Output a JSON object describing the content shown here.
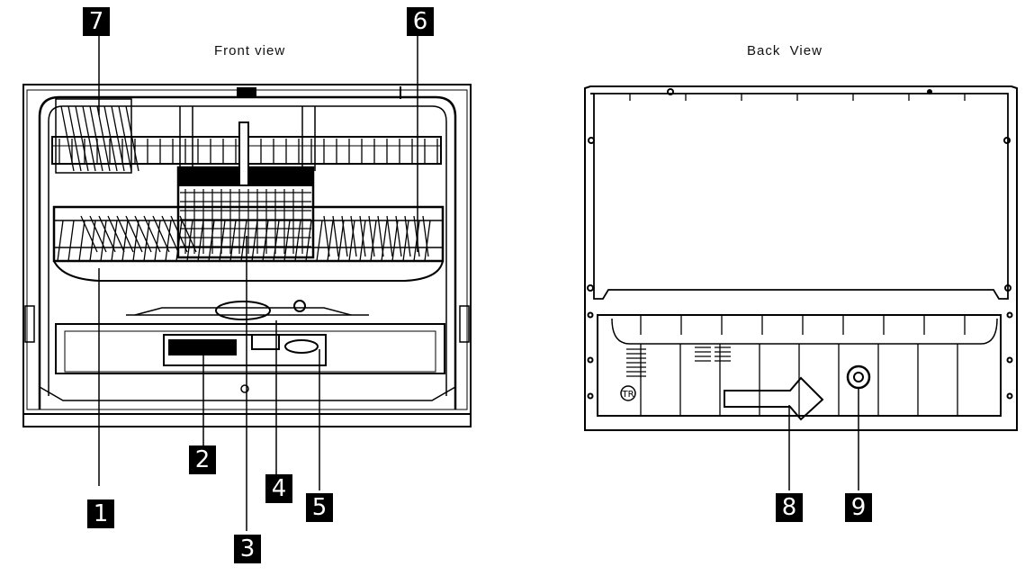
{
  "front_view": {
    "title": "Front view"
  },
  "back_view": {
    "title": "Back  View"
  },
  "callouts": [
    {
      "id": "1",
      "label": "1"
    },
    {
      "id": "2",
      "label": "2"
    },
    {
      "id": "3",
      "label": "3"
    },
    {
      "id": "4",
      "label": "4"
    },
    {
      "id": "5",
      "label": "5"
    },
    {
      "id": "6",
      "label": "6"
    },
    {
      "id": "7",
      "label": "7"
    },
    {
      "id": "8",
      "label": "8"
    },
    {
      "id": "9",
      "label": "9"
    }
  ],
  "colors": {
    "line": "#000000",
    "background": "#ffffff",
    "badge": "#000000"
  }
}
